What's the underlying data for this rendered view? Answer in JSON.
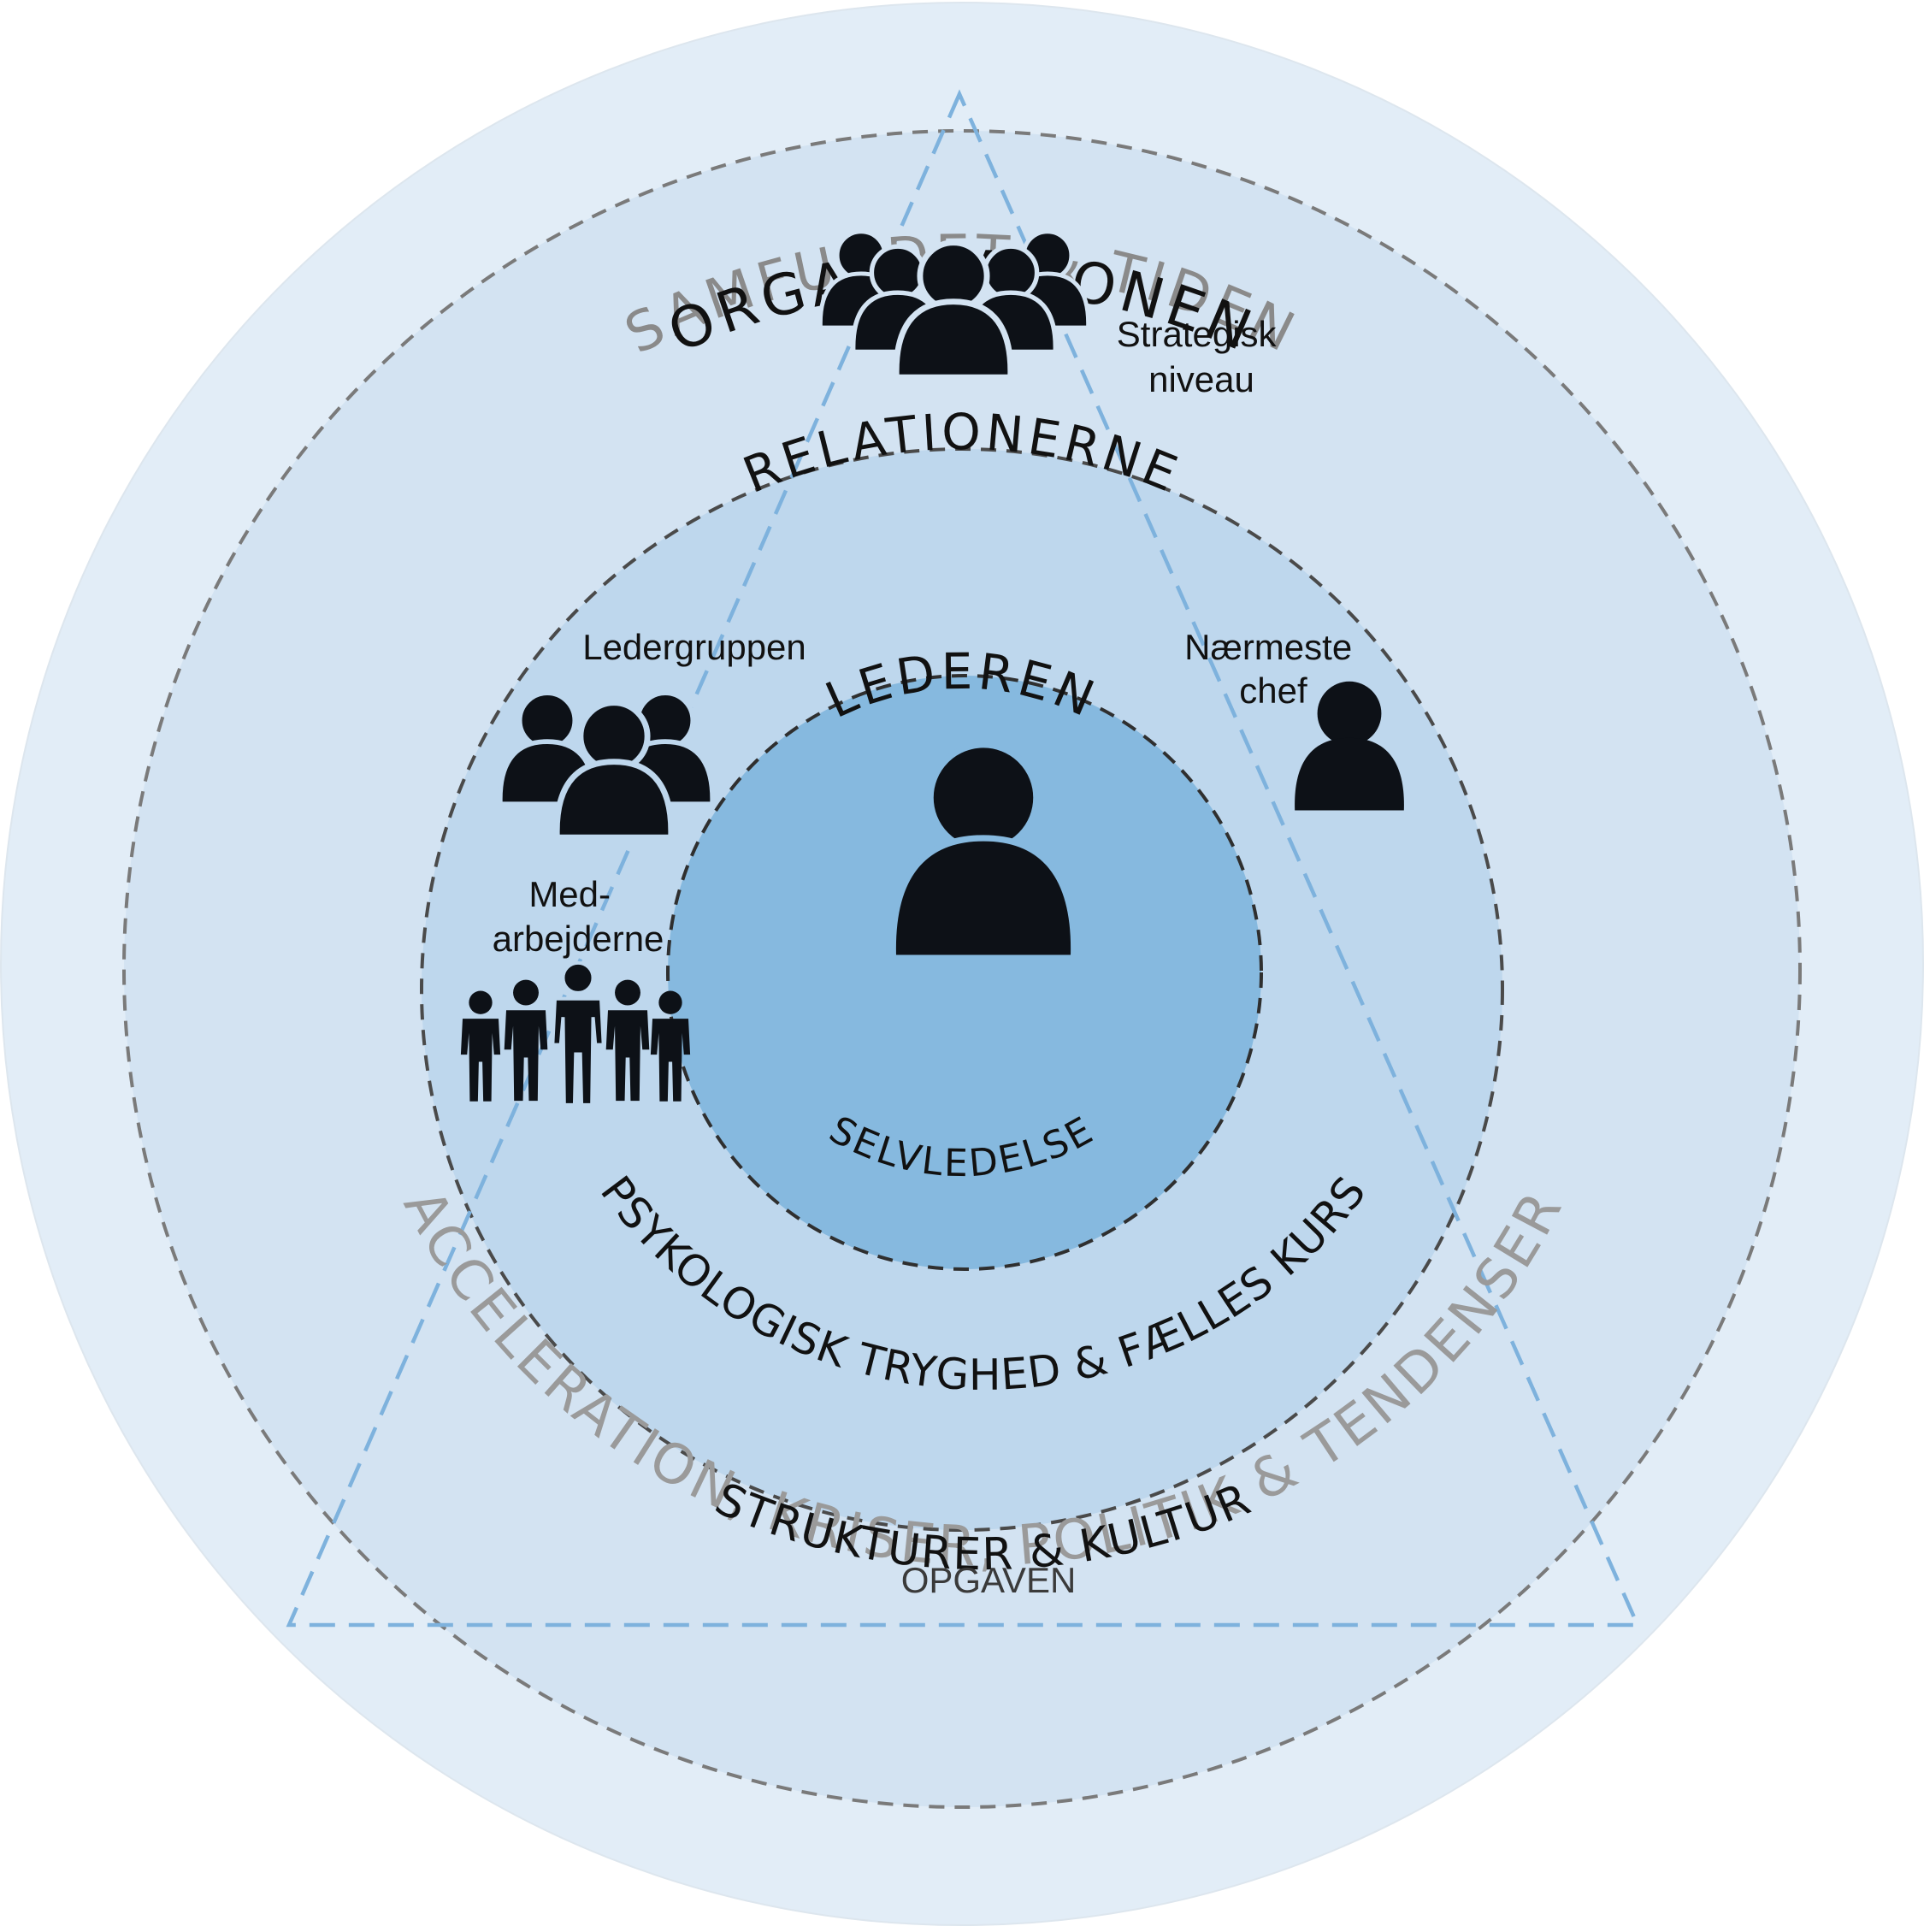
{
  "rings": {
    "outer_top": "SAMFUNDET & TIDEN",
    "outer_bottom": "ACCELERATION, KRISER, POLITIK & TENDENSER",
    "org_top": "ORGANISATIONEN",
    "org_bottom": "STRUKTURER & KULTUR",
    "rel_top": "RELATIONERNE",
    "rel_bottom": "PSYKOLOGISK TRYGHED & FÆLLES KURS",
    "center_top": "LEDEREN",
    "center_bottom": "SELVLEDELSE"
  },
  "labels": {
    "strategic_line1": "Strategisk",
    "strategic_line2": "niveau",
    "leader_group": "Ledergruppen",
    "nearest_boss_line1": "Nærmeste",
    "nearest_boss_line2": "chef",
    "employees_line1": "Med-",
    "employees_line2": "arbejderne",
    "task": "OPGAVEN"
  },
  "icons": {
    "organisation": "group-of-five-people-icon",
    "leader_group": "group-of-three-people-icon",
    "nearest_boss": "single-person-icon",
    "leader": "single-person-icon",
    "employees": "standing-crowd-icon"
  },
  "colors": {
    "outer_fill": "#e2edf7",
    "org_fill": "#d3e3f2",
    "rel_fill": "#bed7ed",
    "center_fill": "#86b9df",
    "ring_stroke": "#555555",
    "outer_stroke": "#888888",
    "triangle": "#7eb2dd",
    "outer_text": "#8a8a8a",
    "text": "#111111",
    "icon": "#0d1117"
  }
}
